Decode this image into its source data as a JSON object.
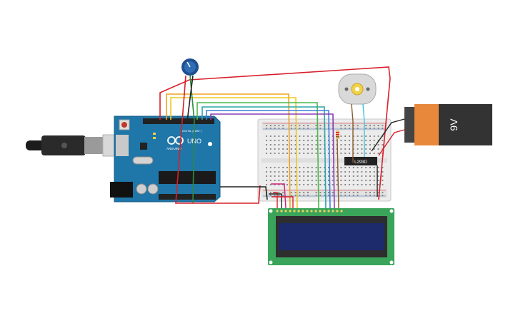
{
  "arduino": {
    "brand": "ARDUINO",
    "model": "UNO",
    "header_text": "DIGITAL (PWM~)"
  },
  "battery": {
    "label": "9V",
    "colors": {
      "cap": "#e8883a",
      "body": "#333333"
    }
  },
  "driver_chip": {
    "label": "L293D"
  },
  "lcd": {
    "colors": {
      "pcb": "#3aa55a",
      "screen": "#1d2a6b"
    }
  },
  "potentiometer": {
    "colors": {
      "knob": "#2f6db5"
    }
  },
  "motor": {
    "colors": {
      "body": "#d9d9d9",
      "shaft": "#f2d24a"
    }
  },
  "wire_colors": {
    "red": "#d8202a",
    "orange": "#f0a020",
    "yellow": "#ecc820",
    "green": "#4cb84c",
    "dark_green": "#2e8b3e",
    "teal": "#2aa6a6",
    "blue": "#3f7fd8",
    "purple": "#8a3bb6",
    "black": "#222222",
    "brown": "#8b5a2b",
    "magenta": "#d0207a",
    "cyan": "#3fc7d8"
  }
}
